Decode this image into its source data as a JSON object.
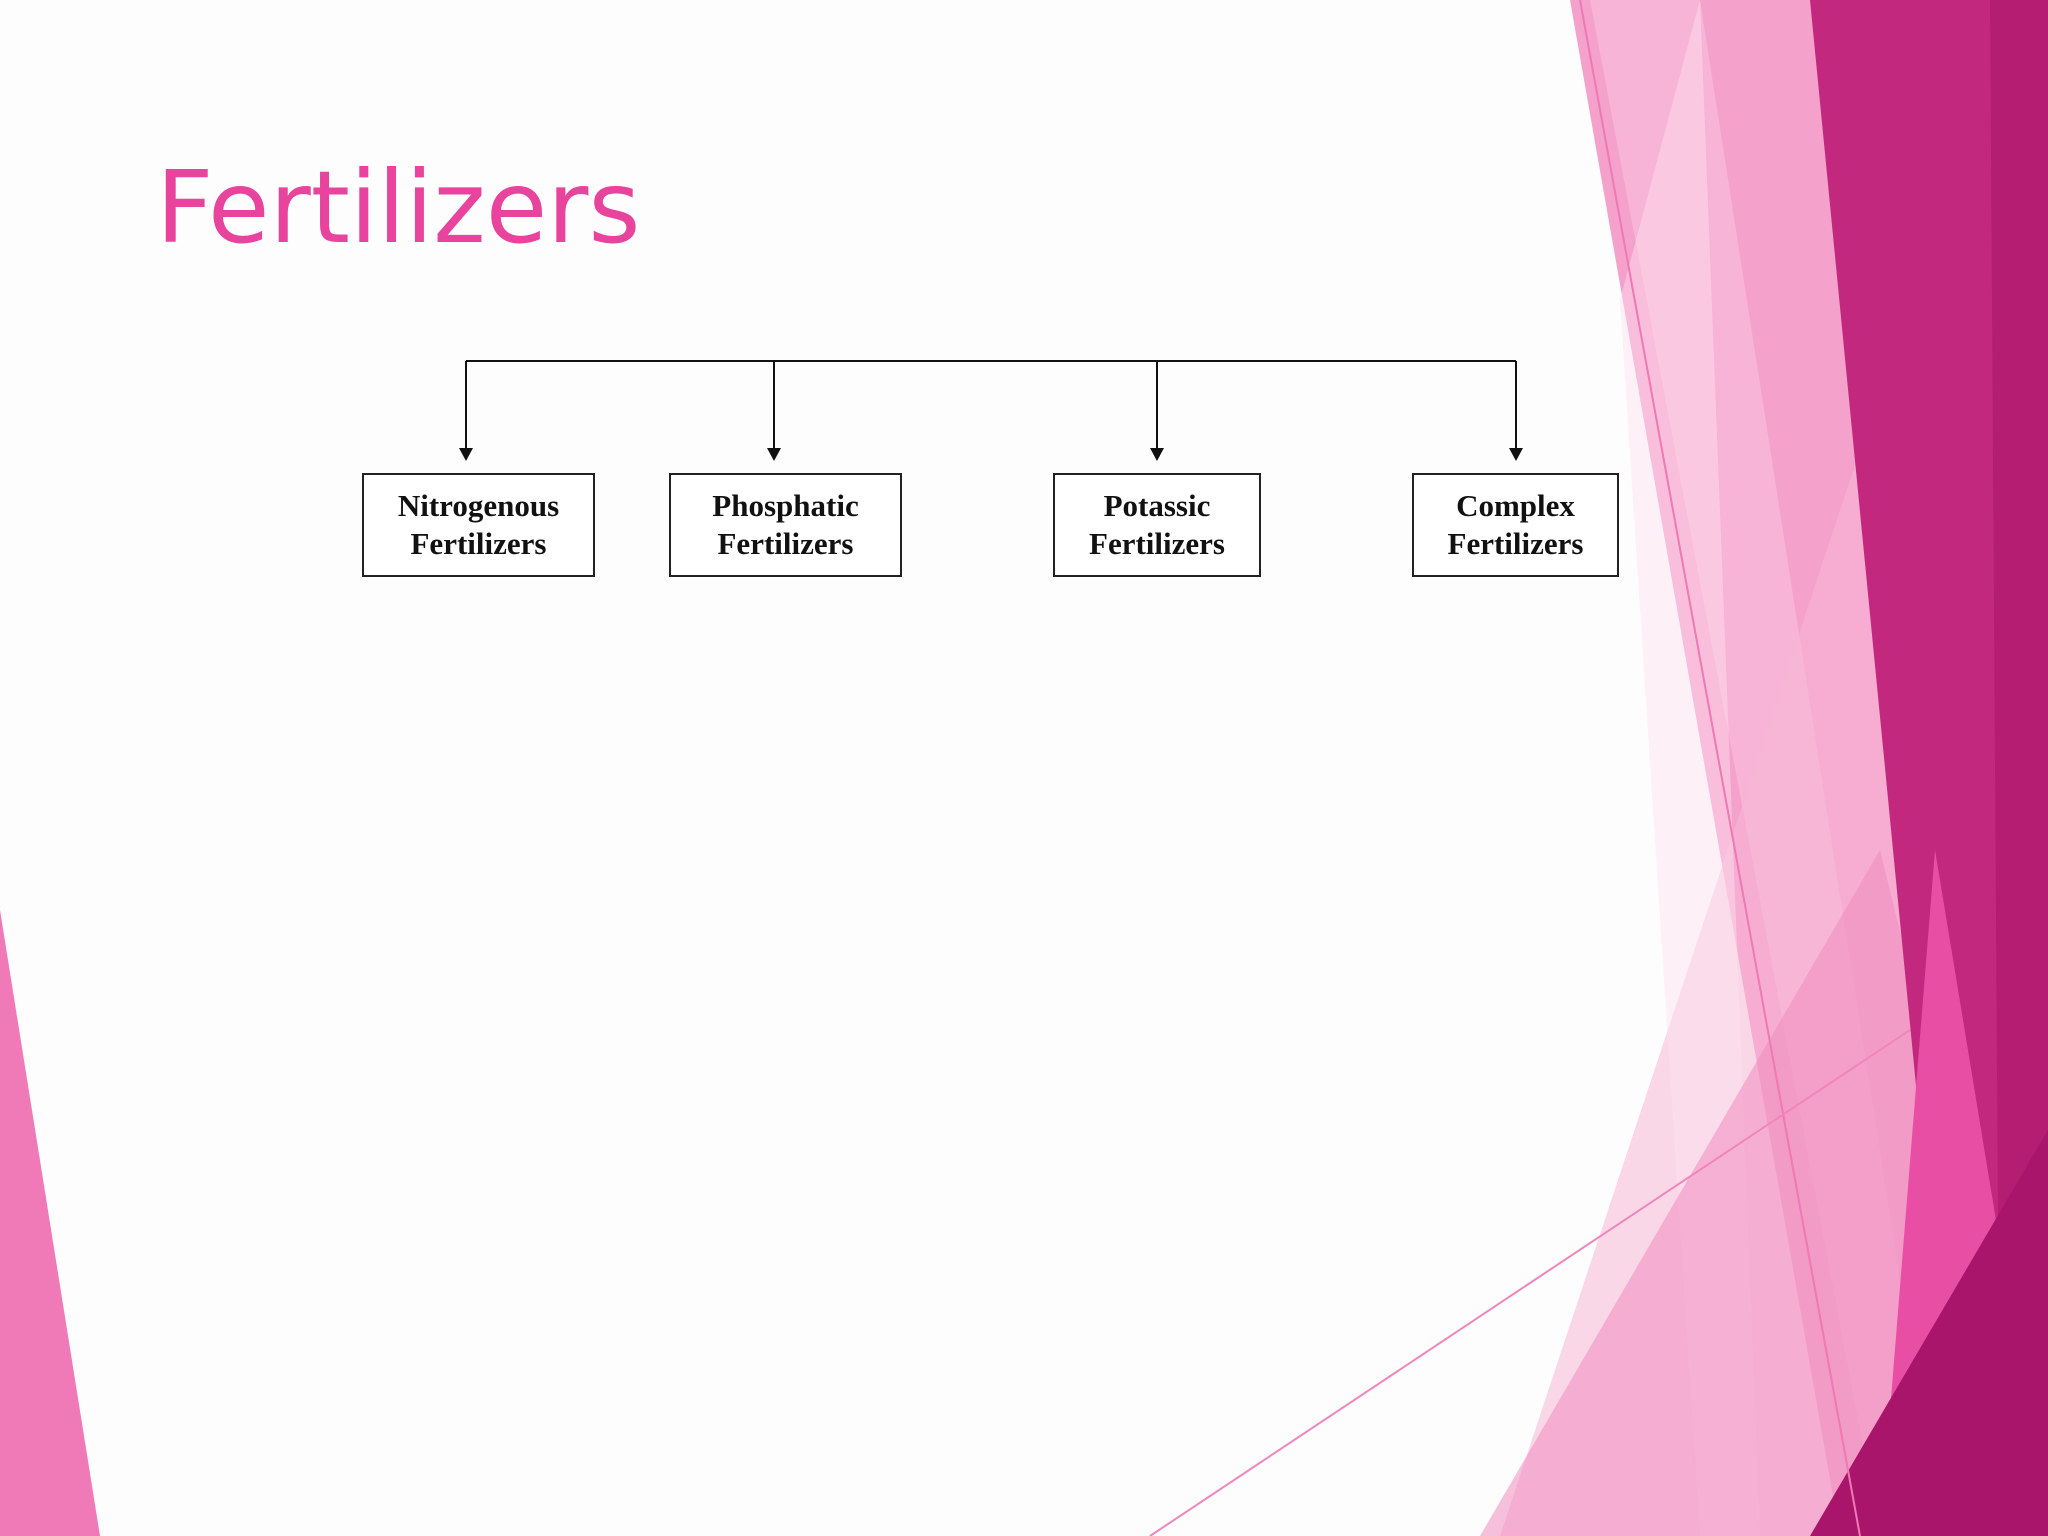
{
  "title": "Fertilizers",
  "diagram": {
    "nodes": [
      {
        "line1": "Nitrogenous",
        "line2": "Fertilizers"
      },
      {
        "line1": "Phosphatic",
        "line2": "Fertilizers"
      },
      {
        "line1": "Potassic",
        "line2": "Fertilizers"
      },
      {
        "line1": "Complex",
        "line2": "Fertilizers"
      }
    ]
  },
  "theme": {
    "title_color": "#e8449e",
    "accent_dark": "#b81870",
    "accent_mid": "#e94ea5",
    "accent_light": "#f5a3cd"
  }
}
